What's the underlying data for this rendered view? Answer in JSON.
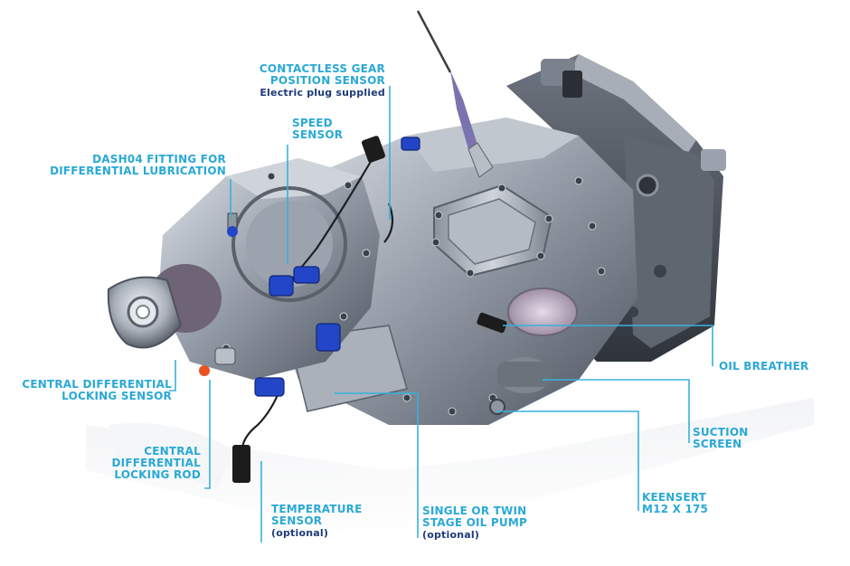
{
  "colors": {
    "label": "#2aa9d6",
    "sublabel": "#1d3a78",
    "leader": "#3ab0dc",
    "metal_light": "#c9ced6",
    "metal_mid": "#8f97a3",
    "metal_dark": "#4c535e",
    "connector_blue": "#2346c8",
    "connector_black": "#1c1c1c",
    "accent_orange": "#e8521e"
  },
  "labels": {
    "gear_sensor": {
      "line1": "CONTACTLESS GEAR",
      "line2": "POSITION SENSOR",
      "sub": "Electric plug supplied"
    },
    "speed_sensor": {
      "line1": "SPEED",
      "line2": "SENSOR"
    },
    "dash04": {
      "line1": "DASH04 FITTING FOR",
      "line2": "DIFFERENTIAL LUBRICATION"
    },
    "cdl_sensor": {
      "line1": "CENTRAL DIFFERENTIAL",
      "line2": "LOCKING SENSOR"
    },
    "cdl_rod": {
      "line1": "CENTRAL",
      "line2": "DIFFERENTIAL",
      "line3": "LOCKING ROD"
    },
    "temp_sensor": {
      "line1": "TEMPERATURE",
      "line2": "SENSOR",
      "sub": "(optional)"
    },
    "oil_pump": {
      "line1": "SINGLE OR TWIN",
      "line2": "STAGE OIL PUMP",
      "sub": "(optional)"
    },
    "keensert": {
      "line1": "KEENSERT",
      "line2": "M12 X 175"
    },
    "suction_screen": {
      "line1": "SUCTION",
      "line2": "SCREEN"
    },
    "oil_breather": {
      "line1": "OIL BREATHER"
    }
  }
}
